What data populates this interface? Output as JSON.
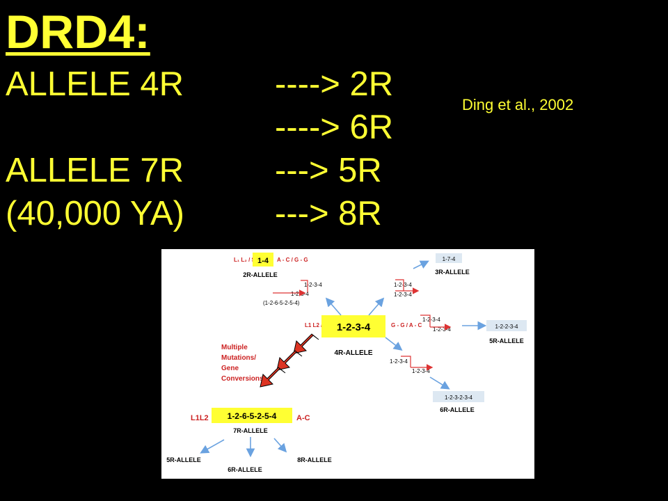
{
  "title": "DRD4:",
  "lines": [
    {
      "left": "ALLELE 4R",
      "right": "----> 2R"
    },
    {
      "left": "",
      "right": "----> 6R"
    },
    {
      "left": "ALLELE 7R",
      "right": "---> 5R"
    },
    {
      "left": "(40,000 YA)",
      "right": "---> 8R"
    }
  ],
  "citation": "Ding et al., 2002",
  "diagram": {
    "center": {
      "box": "1-2-3-4",
      "label": "4R-ALLELE",
      "left_markers": "L1 L2 / S1 S2",
      "right_markers": "G - G / A - C"
    },
    "allele_2r": {
      "box": "1-4",
      "label": "2R-ALLELE",
      "markers": "A - C / G - G",
      "seq": [
        "1-2-3-4",
        "1-2-3-4",
        "(1-2-6-5-2-5-4)"
      ]
    },
    "allele_3r": {
      "box": "1-7-4",
      "label": "3R-ALLELE",
      "seq": [
        "1-2-3-4",
        "1-2-3-4"
      ]
    },
    "allele_5r": {
      "box": "1-2-2-3-4",
      "label": "5R-ALLELE",
      "seq": [
        "1-2-3-4",
        "1-2-3-4"
      ]
    },
    "allele_6r": {
      "box": "1-2-3-2-3-4",
      "label": "6R-ALLELE",
      "seq": [
        "1-2-3-4",
        "1-2-3-4"
      ]
    },
    "mutation_note": [
      "Multiple",
      "Mutations/",
      "Gene",
      "Conversions"
    ],
    "allele_7r": {
      "box": "1-2-6-5-2-5-4",
      "label": "7R-ALLELE",
      "left_markers": "L1L2",
      "right_markers": "A-C"
    },
    "bottom": [
      "5R-ALLELE",
      "6R-ALLELE",
      "8R-ALLELE"
    ]
  }
}
